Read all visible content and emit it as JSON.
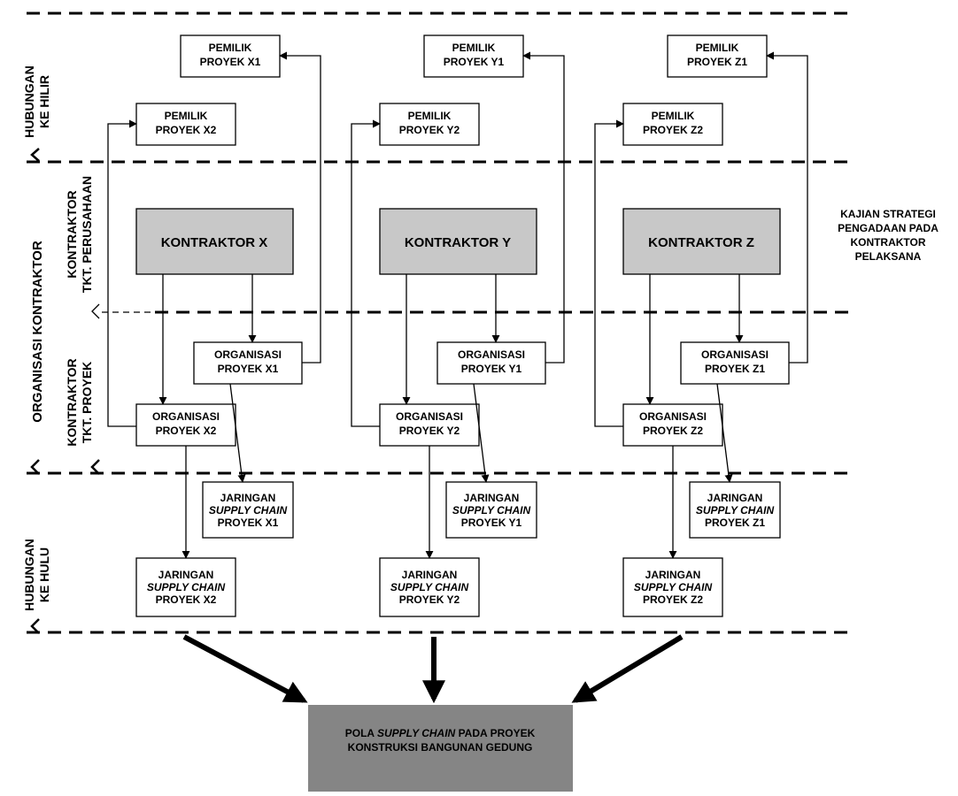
{
  "side_labels": {
    "hilir": [
      "HUBUNGAN",
      "KE HILIR"
    ],
    "organisasi": "ORGANISASI KONTRAKTOR",
    "perusahaan": [
      "KONTRAKTOR",
      "TKT. PERUSAHAAN"
    ],
    "proyek": [
      "KONTRAKTOR",
      "TKT. PROYEK"
    ],
    "hulu": [
      "HUBUNGAN",
      "KE HULU"
    ]
  },
  "note": [
    "KAJIAN STRATEGI",
    "PENGADAAN PADA",
    "KONTRAKTOR",
    "PELAKSANA"
  ],
  "groups": [
    {
      "kontraktor": "KONTRAKTOR X",
      "pemilik1": [
        "PEMILIK",
        "PROYEK X1"
      ],
      "pemilik2": [
        "PEMILIK",
        "PROYEK X2"
      ],
      "org1": [
        "ORGANISASI",
        "PROYEK X1"
      ],
      "org2": [
        "ORGANISASI",
        "PROYEK X2"
      ],
      "jar1": [
        "JARINGAN",
        "SUPPLY CHAIN",
        "PROYEK X1"
      ],
      "jar2": [
        "JARINGAN",
        "SUPPLY CHAIN",
        "PROYEK X2"
      ]
    },
    {
      "kontraktor": "KONTRAKTOR Y",
      "pemilik1": [
        "PEMILIK",
        "PROYEK Y1"
      ],
      "pemilik2": [
        "PEMILIK",
        "PROYEK Y2"
      ],
      "org1": [
        "ORGANISASI",
        "PROYEK Y1"
      ],
      "org2": [
        "ORGANISASI",
        "PROYEK Y2"
      ],
      "jar1": [
        "JARINGAN",
        "SUPPLY CHAIN",
        "PROYEK Y1"
      ],
      "jar2": [
        "JARINGAN",
        "SUPPLY CHAIN",
        "PROYEK Y2"
      ]
    },
    {
      "kontraktor": "KONTRAKTOR Z",
      "pemilik1": [
        "PEMILIK",
        "PROYEK Z1"
      ],
      "pemilik2": [
        "PEMILIK",
        "PROYEK Z2"
      ],
      "org1": [
        "ORGANISASI",
        "PROYEK Z1"
      ],
      "org2": [
        "ORGANISASI",
        "PROYEK Z2"
      ],
      "jar1": [
        "JARINGAN",
        "SUPPLY CHAIN",
        "PROYEK Z1"
      ],
      "jar2": [
        "JARINGAN",
        "SUPPLY CHAIN",
        "PROYEK Z2"
      ]
    }
  ],
  "final": {
    "line1_prefix": "POLA ",
    "line1_italic": "SUPPLY CHAIN",
    "line1_suffix": " PADA PROYEK",
    "line2": "KONSTRUKSI BANGUNAN GEDUNG"
  }
}
